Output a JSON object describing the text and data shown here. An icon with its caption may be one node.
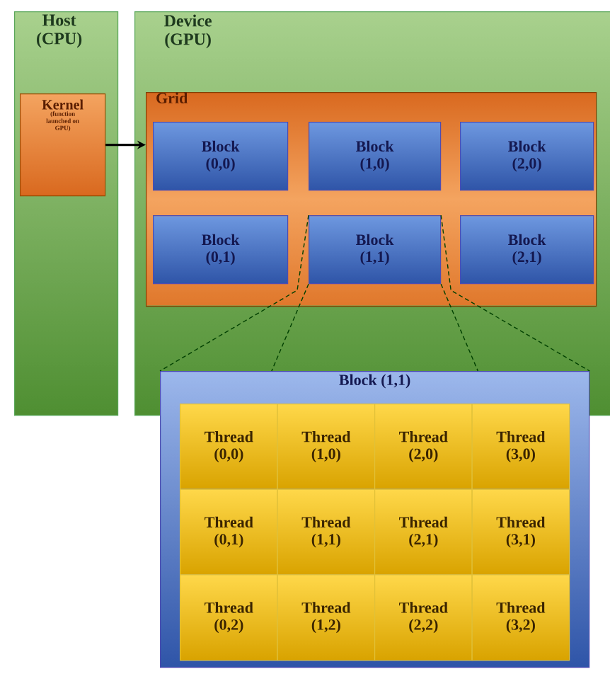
{
  "diagram": {
    "nodes": [
      {
        "text": [
          "Host (CPU)"
        ]
      },
      {
        "text": [
          "Kernel",
          "(function launched on GPU)"
        ],
        "in": 0
      },
      {
        "text": [
          "Device (GPU)"
        ]
      },
      {
        "text": [
          "Grid"
        ],
        "in": 2
      },
      {
        "text": [
          "Block (0,0)"
        ],
        "in": 3
      },
      {
        "text": [
          "Block (1,0)"
        ],
        "in": 3
      },
      {
        "text": [
          "Block (2,0)"
        ],
        "in": 3
      },
      {
        "text": [
          "Block (0,1)"
        ],
        "in": 3
      },
      {
        "text": [
          "Block (1,1)"
        ],
        "in": 3
      },
      {
        "text": [
          "Block (2,1)"
        ],
        "in": 3
      },
      {
        "text": [
          "Block (1,1)"
        ]
      },
      {
        "text": [
          "Thread (0,0)"
        ],
        "in": 10
      },
      {
        "text": [
          "Thread (1,0)"
        ],
        "in": 10
      },
      {
        "text": [
          "Thread (2,0)"
        ],
        "in": 10
      },
      {
        "text": [
          "Thread (3,0)"
        ],
        "in": 10
      },
      {
        "text": [
          "Thread (0,1)"
        ],
        "in": 10
      },
      {
        "text": [
          "Thread (1,1)"
        ],
        "in": 10
      },
      {
        "text": [
          "Thread (2,1)"
        ],
        "in": 10
      },
      {
        "text": [
          "Thread (3,1)"
        ],
        "in": 10
      },
      {
        "text": [
          "Thread (0,2)"
        ],
        "in": 10
      },
      {
        "text": [
          "Thread (1,2)"
        ],
        "in": 10
      },
      {
        "text": [
          "Thread (2,2)"
        ],
        "in": 10
      },
      {
        "text": [
          "Thread (3,2)"
        ],
        "in": 10
      }
    ],
    "edges": [
      {
        "from": 1,
        "to": 3,
        "arrow": "to"
      },
      {
        "from": 8,
        "to": 10,
        "arrow": "none",
        "style": "dashed"
      },
      {
        "from": 8,
        "to": 10,
        "arrow": "none",
        "style": "dashed"
      },
      {
        "from": 8,
        "to": 10,
        "arrow": "none",
        "style": "dashed"
      },
      {
        "from": 8,
        "to": 10,
        "arrow": "none",
        "style": "dashed"
      }
    ]
  }
}
